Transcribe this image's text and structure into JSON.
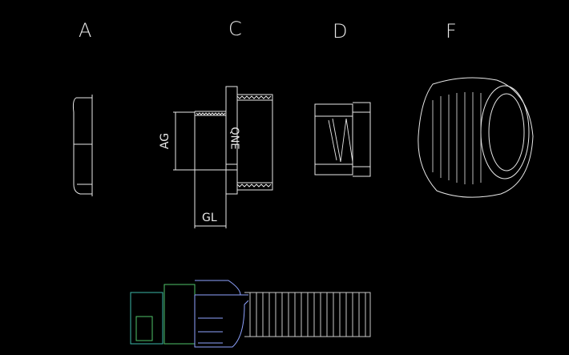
{
  "labels": {
    "a": "A",
    "c": "C",
    "d": "D",
    "f": "F"
  },
  "dimensions": {
    "ag": "AG",
    "gl": "GL",
    "part_mark": "QNE"
  },
  "colors": {
    "background": "#000000",
    "line": "#e8e8e8",
    "assembly_green": "#4fc36a",
    "assembly_teal": "#3cb7a8",
    "assembly_blue": "#8fa3ff"
  }
}
